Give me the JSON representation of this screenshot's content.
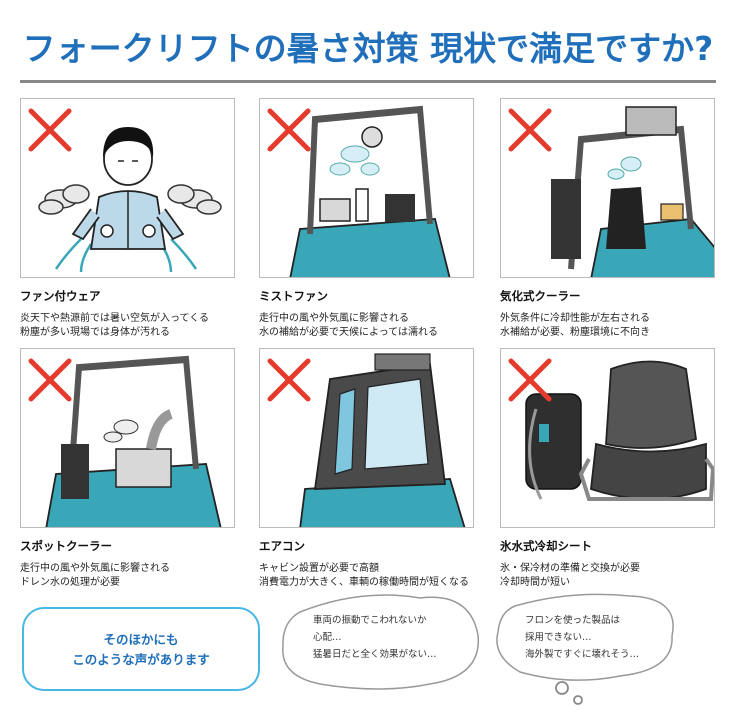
{
  "title": "フォークリフトの暑さ対策 現状で満足ですか?",
  "colors": {
    "accent": "#1f6fba",
    "cross": "#e43b2c",
    "teal": "#3aa7b8",
    "callout_border": "#47b7e4"
  },
  "cards": [
    {
      "name": "ファン付ウェア",
      "lines": [
        "炎天下や熱源前では暑い空気が入ってくる",
        "粉塵が多い現場では身体が汚れる"
      ],
      "icon": "fan-jacket-icon"
    },
    {
      "name": "ミストファン",
      "lines": [
        "走行中の風や外気風に影響される",
        "水の補給が必要で天候によっては濡れる"
      ],
      "icon": "mist-fan-icon"
    },
    {
      "name": "気化式クーラー",
      "lines": [
        "外気条件に冷却性能が左右される",
        "水補給が必要、粉塵環境に不向き"
      ],
      "icon": "evaporative-cooler-icon"
    },
    {
      "name": "スポットクーラー",
      "lines": [
        "走行中の風や外気風に影響される",
        "ドレン水の処理が必要"
      ],
      "icon": "spot-cooler-icon"
    },
    {
      "name": "エアコン",
      "lines": [
        "キャビン設置が必要で高額",
        "消費電力が大きく、車輌の稼働時間が短くなる"
      ],
      "icon": "air-conditioner-icon"
    },
    {
      "name": "氷水式冷却シート",
      "lines": [
        "氷・保冷材の準備と交換が必要",
        "冷却時間が短い"
      ],
      "icon": "ice-cooling-seat-icon"
    }
  ],
  "callout": {
    "line1": "そのほかにも",
    "line2": "このような声があります"
  },
  "bubbles": [
    {
      "lines": [
        "車両の振動でこわれないか",
        "心配…",
        "猛暑日だと全く効果がない…"
      ]
    },
    {
      "lines": [
        "フロンを使った製品は",
        "採用できない…",
        "海外製ですぐに壊れそう…"
      ]
    }
  ]
}
